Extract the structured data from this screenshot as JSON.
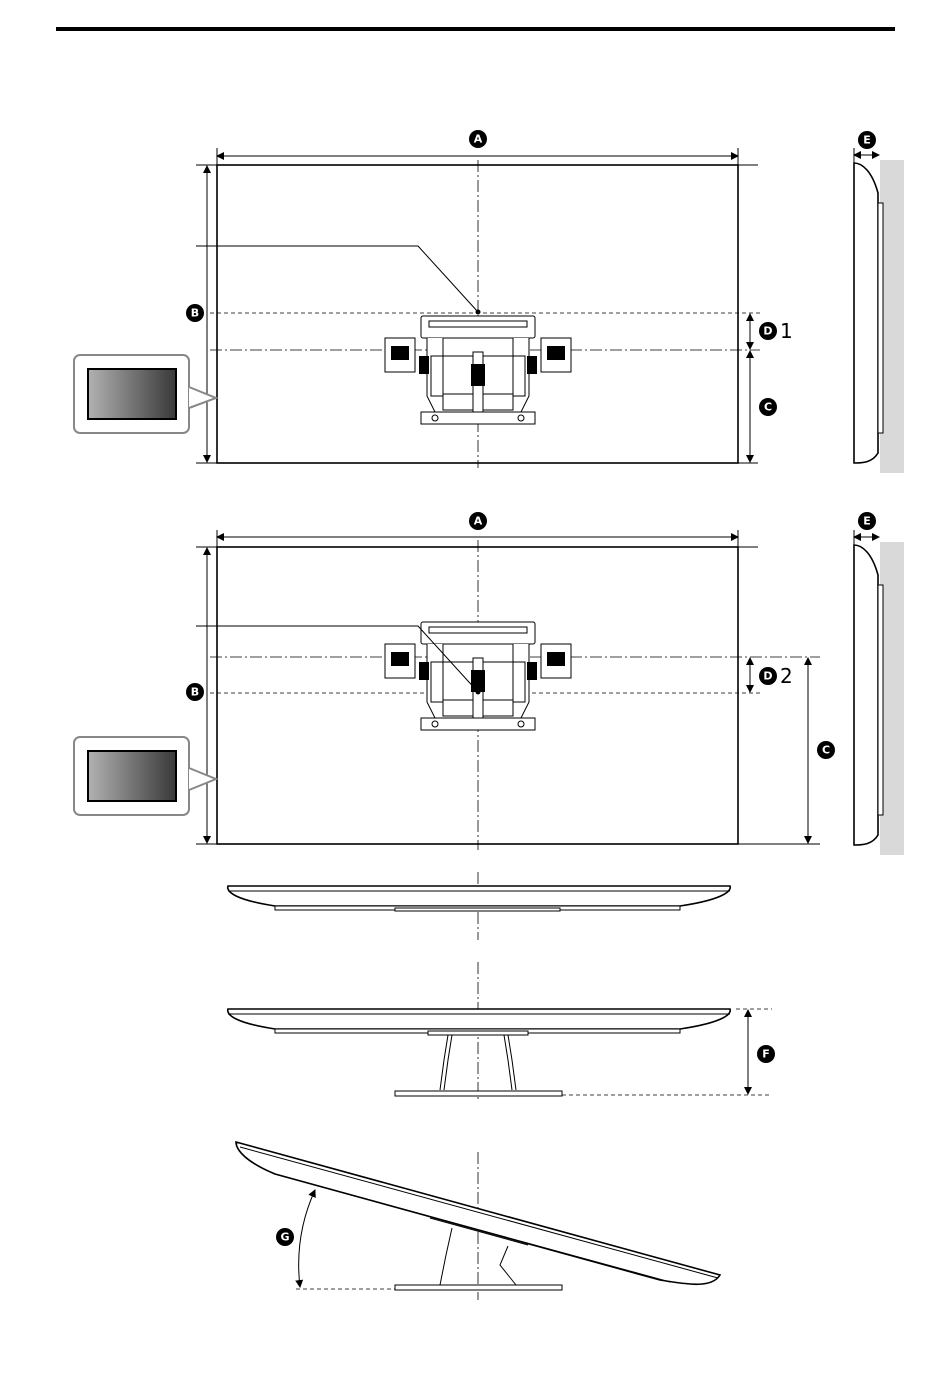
{
  "labels": {
    "A": "A",
    "B": "B",
    "C": "C",
    "D": "D",
    "E": "E",
    "F": "F",
    "G": "G",
    "d_suffix_1": "1",
    "d_suffix_2": "2"
  },
  "colors": {
    "line": "#000000",
    "wall": "#d9d9d9",
    "screen_dark": "#3a3a3a",
    "screen_light": "#b0b0b0"
  }
}
